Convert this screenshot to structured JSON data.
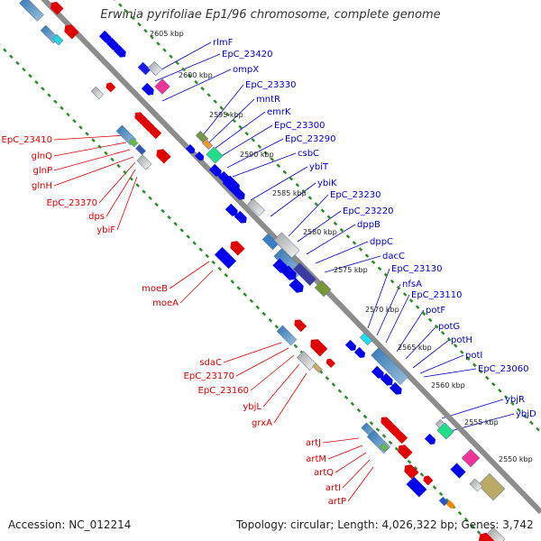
{
  "title": "Erwinia pyrifoliae Ep1/96 chromosome, complete genome",
  "footer": {
    "accession": "Accession: NC_012214",
    "stats": "Topology: circular; Length: 4,026,322 bp; Genes: 3,742"
  },
  "colors": {
    "forward_label": "#0000cc",
    "reverse_label": "#dd0000",
    "scale_ticks": "#2e8b2e",
    "axis": "#8c8c8c"
  },
  "ticks": [
    "2605 kbp",
    "2600 kbp",
    "2595 kbp",
    "2590 kbp",
    "2585 kbp",
    "2580 kbp",
    "2575 kbp",
    "2570 kbp",
    "2565 kbp",
    "2560 kbp",
    "2555 kbp",
    "2550 kbp"
  ],
  "forward_labels": [
    "rlmF",
    "EpC_23420",
    "ompX",
    "EpC_23330",
    "mntR",
    "emrK",
    "EpC_23300",
    "EpC_23290",
    "csbC",
    "ybiT",
    "ybiK",
    "EpC_23230",
    "EpC_23220",
    "dppB",
    "dppC",
    "dacC",
    "EpC_23130",
    "nfsA",
    "EpC_23110",
    "potF",
    "potG",
    "potH",
    "potI",
    "EpC_23060",
    "ybjR",
    "ybjD"
  ],
  "reverse_labels": [
    "EpC_23410",
    "glnQ",
    "glnP",
    "glnH",
    "EpC_23370",
    "dps",
    "ybiF",
    "moeB",
    "moeA",
    "sdaC",
    "EpC_23170",
    "EpC_23160",
    "ybjL",
    "grxA",
    "artJ",
    "artM",
    "artQ",
    "artI",
    "artP"
  ]
}
